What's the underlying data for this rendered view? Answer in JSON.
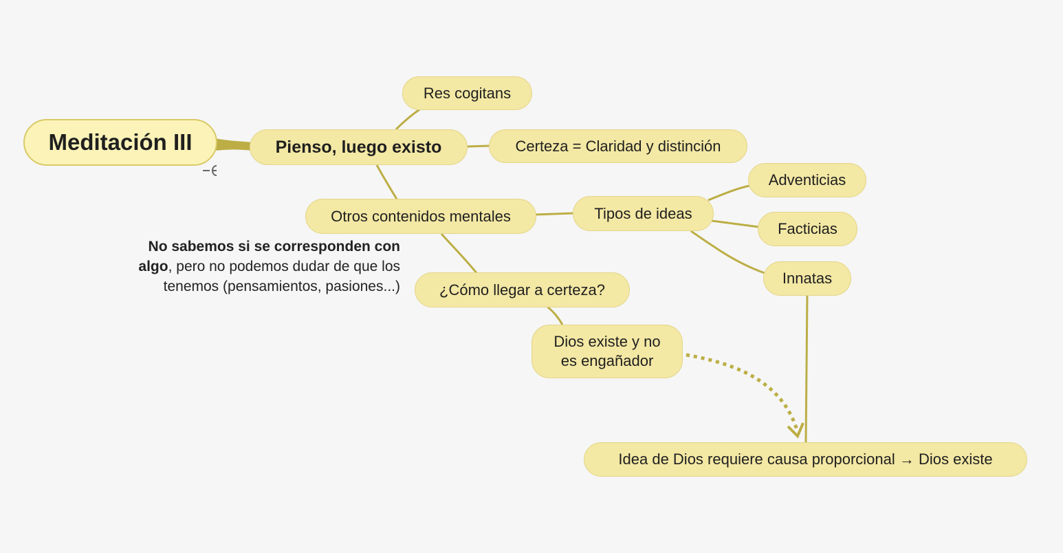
{
  "mindmap": {
    "root": "Meditación III",
    "nodes": {
      "pienso": "Pienso, luego existo",
      "res_cogitans": "Res cogitans",
      "certeza": "Certeza = Claridad y distinción",
      "otros": "Otros contenidos mentales",
      "tipos": "Tipos de ideas",
      "adventicias": "Adventicias",
      "facticias": "Facticias",
      "innatas": "Innatas",
      "como": "¿Cómo llegar a certeza?",
      "dios_line1": "Dios existe y no",
      "dios_line2": "es engañador",
      "idea_dios": "Idea de Dios requiere causa proporcional → Dios existe"
    },
    "note": {
      "bold": "No sabemos si se corresponden con algo",
      "rest": ", pero no podemos dudar de que los tenemos (pensamientos, pasiones...)"
    },
    "colors": {
      "node_fill": "#f3e8a4",
      "root_fill": "#fbf3b7",
      "connector": "#bcae45",
      "background": "#f6f6f6"
    },
    "icons": {
      "collapse": "collapse-icon"
    }
  }
}
